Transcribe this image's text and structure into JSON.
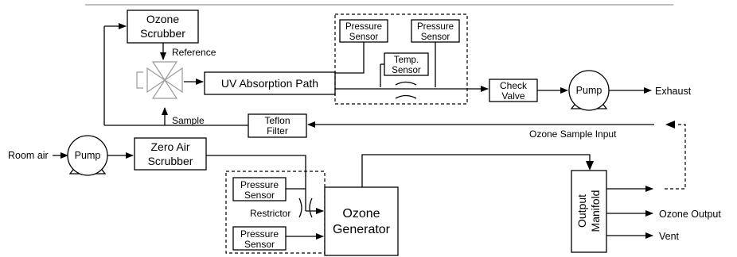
{
  "blocks": {
    "ozone_scrubber": [
      "Ozone",
      "Scrubber"
    ],
    "uv_path": "UV Absorption Path",
    "pressure_sensor_a": [
      "Pressure",
      "Sensor"
    ],
    "pressure_sensor_b": [
      "Pressure",
      "Sensor"
    ],
    "temp_sensor": [
      "Temp.",
      "Sensor"
    ],
    "check_valve": [
      "Check",
      "Valve"
    ],
    "pump_top": "Pump",
    "pump_bottom": "Pump",
    "teflon_filter": [
      "Teflon",
      "Filter"
    ],
    "zero_air_scrubber": [
      "Zero Air",
      "Scrubber"
    ],
    "pressure_sensor_c": [
      "Pressure",
      "Sensor"
    ],
    "pressure_sensor_d": [
      "Pressure",
      "Sensor"
    ],
    "ozone_generator": [
      "Ozone",
      "Generator"
    ],
    "output_manifold": [
      "Output",
      "Manifold"
    ]
  },
  "labels": {
    "reference": "Reference",
    "sample": "Sample",
    "exhaust": "Exhaust",
    "ozone_sample_input": "Ozone Sample Input",
    "room_air": "Room air",
    "restrictor": "Restrictor",
    "ozone_output": "Ozone Output",
    "vent": "Vent"
  }
}
